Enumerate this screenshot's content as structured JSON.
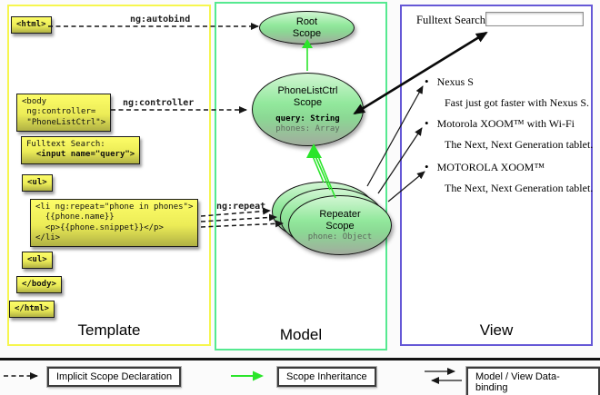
{
  "colors": {
    "template_border": "#f6f64e",
    "model_border": "#55e990",
    "view_border": "#6558d6",
    "code_box_yellow": "#ecec57",
    "scope_green": "#92e89c",
    "inheritance_arrow_green": "#2be52b",
    "arrow_black": "#161616"
  },
  "directives": {
    "autobind": "ng:autobind",
    "controller": "ng:controller",
    "repeat": "ng:repeat"
  },
  "template_panel": {
    "label": "Template",
    "html_open": "<html>",
    "body_open": "<body\n ng:controller=\n \"PhoneListCtrl\">",
    "fulltext_label_line": "Fulltext Search:",
    "fulltext_input_line": "  <input name=\"query\">",
    "ul_open": "<ul>",
    "li_repeat": "<li ng:repeat=\"phone in phones\">\n  {{phone.name}}\n  <p>{{phone.snippet}}</p>\n</li>",
    "ul_close": "<ul>",
    "body_close": "</body>",
    "html_close": "</html>"
  },
  "model_panel": {
    "label": "Model",
    "root_scope": {
      "title": "Root",
      "subtitle": "Scope"
    },
    "phonelist_scope": {
      "title": "PhoneListCtrl",
      "subtitle": "Scope",
      "prop_query": "query: String",
      "prop_phones": "phones: Array"
    },
    "repeater_scope": {
      "title": "Repeater",
      "subtitle": "Scope",
      "prop_phone": "phone: Object"
    }
  },
  "view_panel": {
    "label": "View",
    "search_label": "Fulltext Search:",
    "search_value": "",
    "bullet": "•",
    "items": [
      {
        "name": "Nexus S",
        "desc": "Fast just got faster with Nexus S."
      },
      {
        "name": "Motorola XOOM™  with Wi-Fi",
        "desc": "The Next, Next Generation tablet."
      },
      {
        "name": "MOTOROLA XOOM™",
        "desc": "The Next, Next Generation tablet."
      }
    ]
  },
  "legend": {
    "implicit": "Implicit Scope Declaration",
    "inheritance": "Scope Inheritance",
    "databinding": "Model / View Data-binding"
  }
}
